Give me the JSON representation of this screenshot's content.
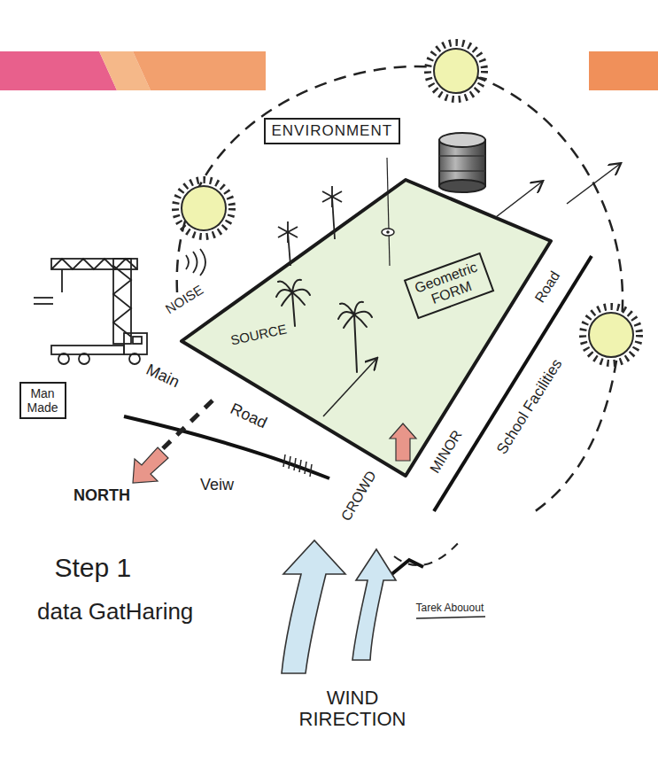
{
  "diagram": {
    "nodes": [
      {
        "text": [
          "ENVIRONMENT"
        ]
      },
      {
        "text": [
          "Geometric FORM"
        ]
      },
      {
        "text": [
          "Man Made"
        ]
      }
    ],
    "labels": [
      "NOISE",
      "SOURCE",
      "Main",
      "Road",
      "NORTH",
      "Veiw",
      "CROWD",
      "MINOR",
      "Road",
      "School Facilities",
      "Step 1",
      "data GatHaring",
      "WIND RIRECTION",
      "Tarek Abouout"
    ]
  }
}
